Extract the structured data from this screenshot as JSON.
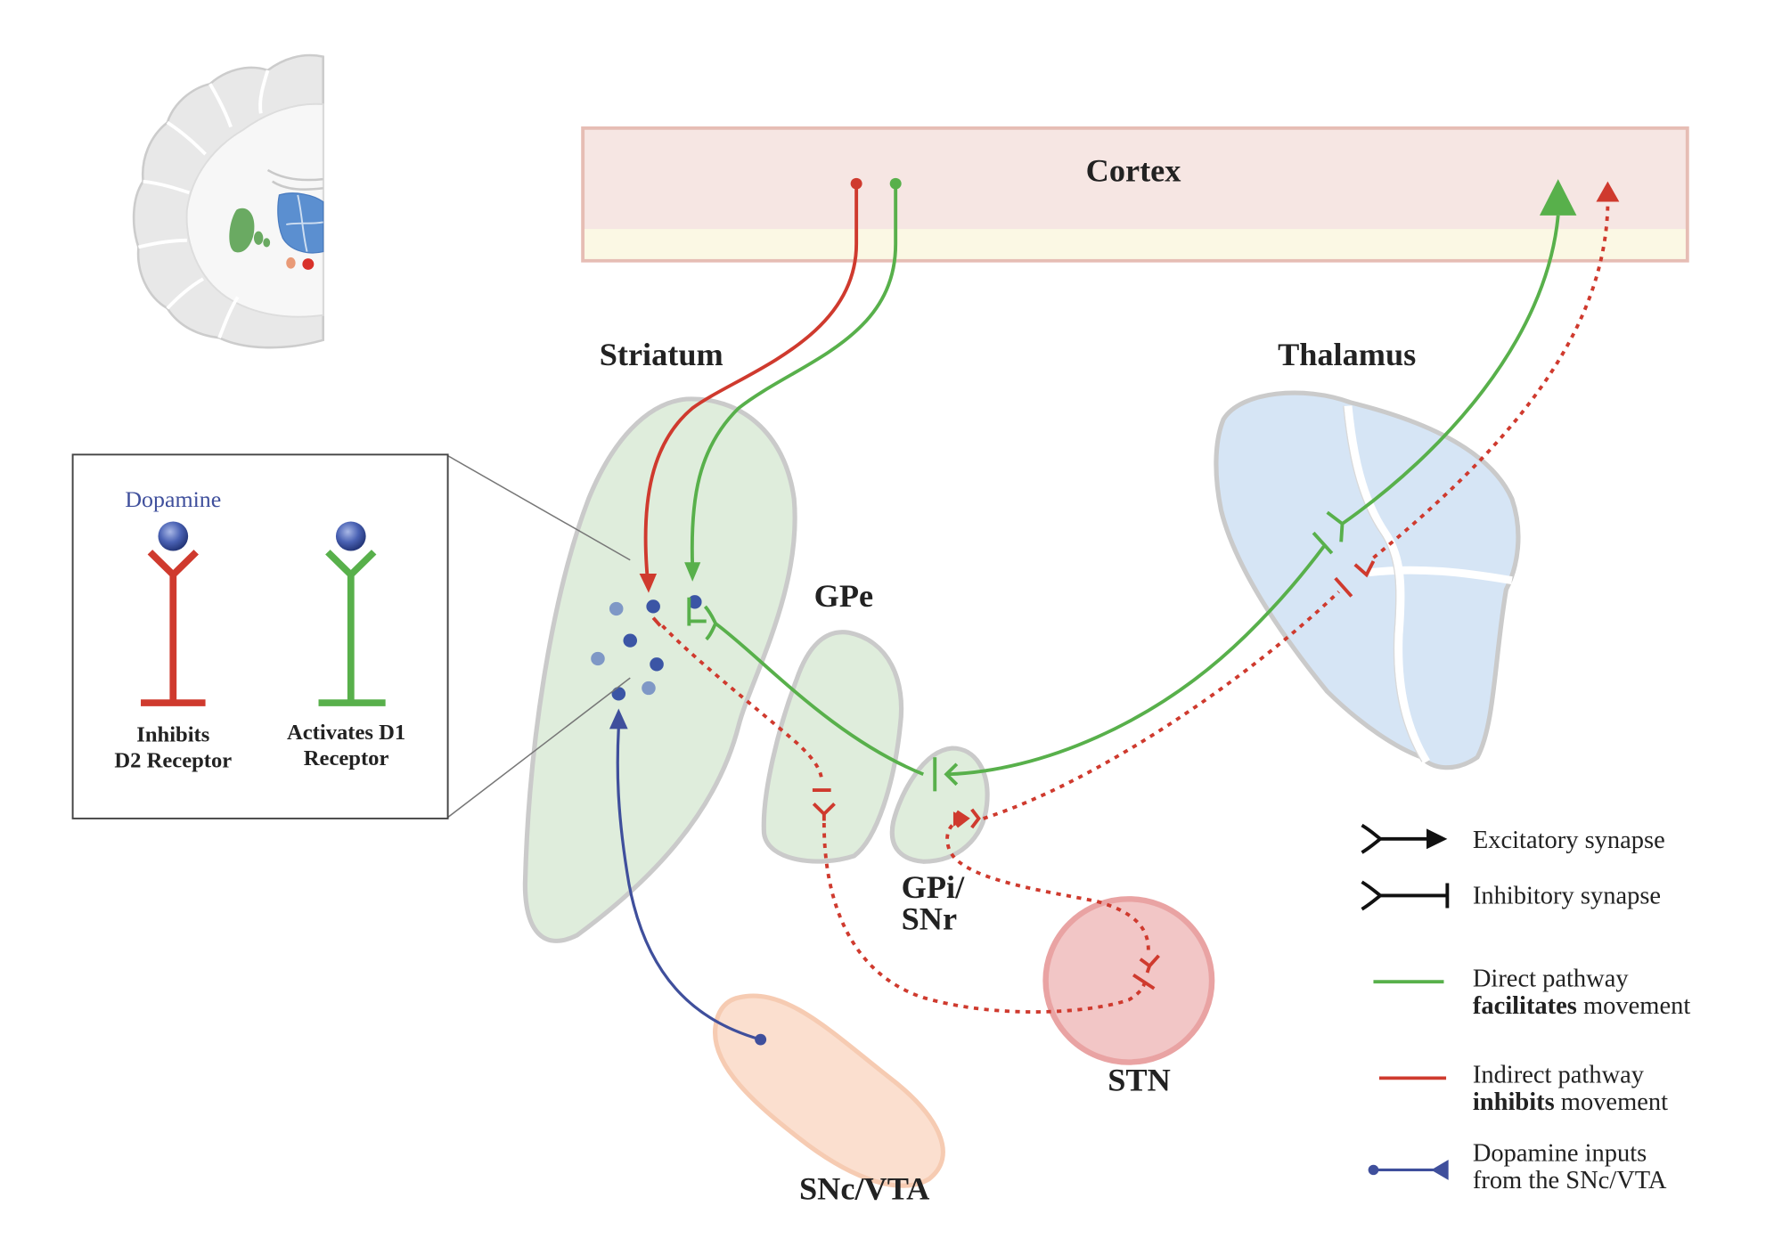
{
  "labels": {
    "cortex": "Cortex",
    "striatum": "Striatum",
    "thalamus": "Thalamus",
    "gpe": "GPe",
    "gpi_line1": "GPi/",
    "gpi_line2": "SNr",
    "stn": "STN",
    "snc_vta": "SNc/VTA"
  },
  "inset": {
    "dopamine": "Dopamine",
    "d2_line1": "Inhibits",
    "d2_line2": "D2 Receptor",
    "d1_line1": "Activates D1",
    "d1_line2": "Receptor"
  },
  "legend": {
    "excitatory": "Excitatory synapse",
    "inhibitory": "Inhibitory synapse",
    "direct": {
      "line1": "Direct pathway",
      "bold": "facilitates",
      "rest": " movement"
    },
    "indirect": {
      "line1": "Indirect pathway",
      "bold": "inhibits",
      "rest": " movement"
    },
    "dopamine": {
      "line1": "Dopamine inputs",
      "line2": "from the SNc/VTA"
    }
  },
  "colors": {
    "direct": "#58b04b",
    "indirect": "#cf3a2e",
    "dopamine": "#3f4f9c"
  }
}
